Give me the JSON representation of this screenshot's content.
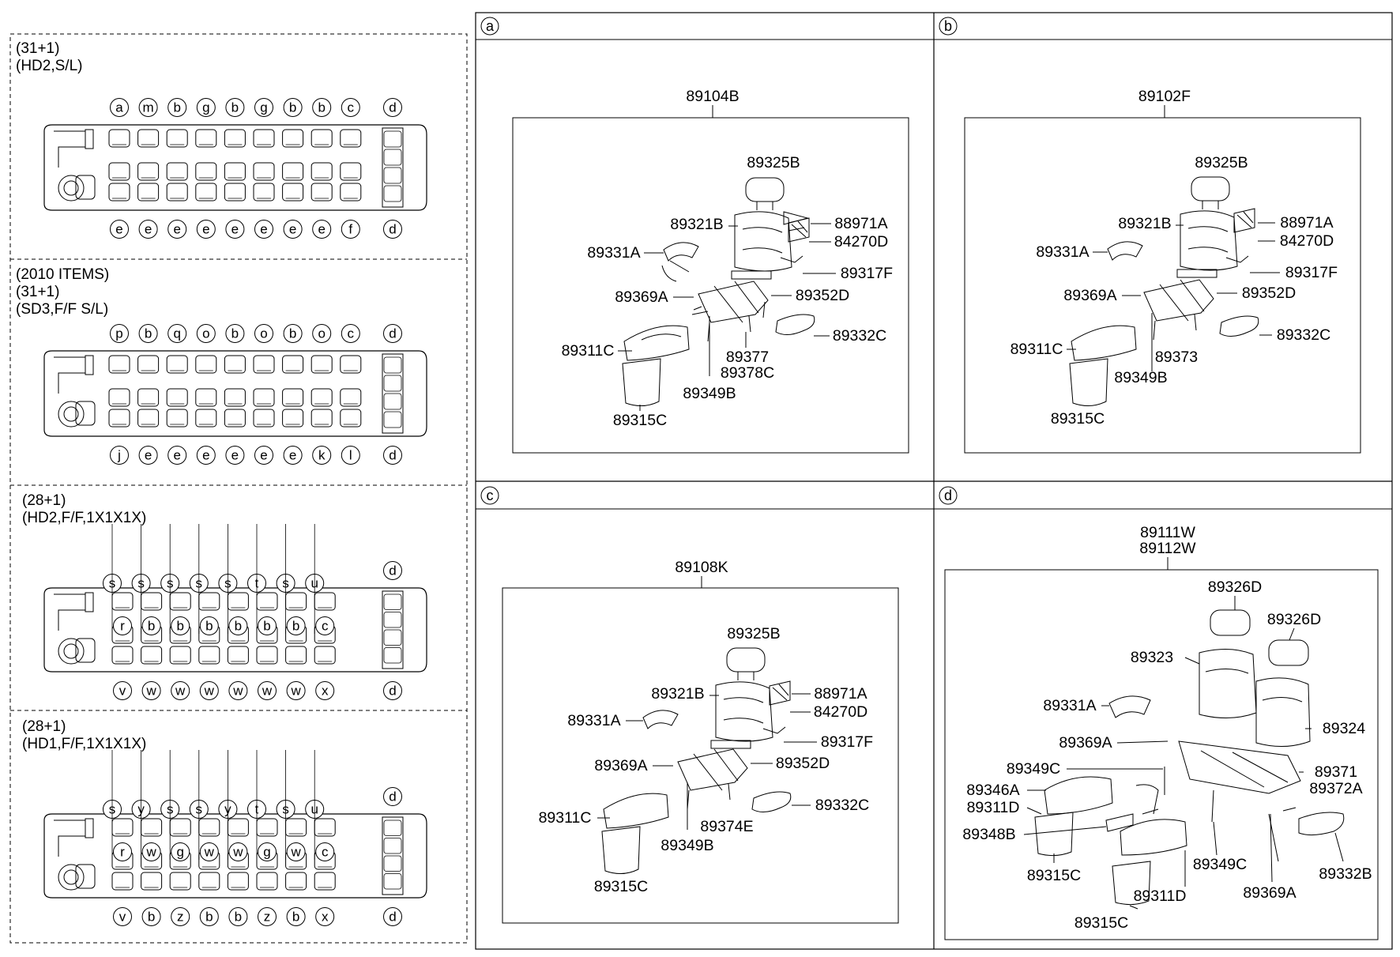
{
  "configs": [
    {
      "title_lines": [
        "(31+1)",
        "(HD2,S/L)"
      ],
      "top_letters": [
        "a",
        "m",
        "b",
        "g",
        "b",
        "g",
        "b",
        "b",
        "c"
      ],
      "bottom_letters": [
        "e",
        "e",
        "e",
        "e",
        "e",
        "e",
        "e",
        "e",
        "f"
      ],
      "rear_top": "d",
      "rear_bottom": "d"
    },
    {
      "title_lines": [
        "(2010 ITEMS)",
        "(31+1)",
        "(SD3,F/F S/L)"
      ],
      "top_letters": [
        "p",
        "b",
        "q",
        "o",
        "b",
        "o",
        "b",
        "o",
        "c"
      ],
      "bottom_letters": [
        "j",
        "e",
        "e",
        "e",
        "e",
        "e",
        "e",
        "k",
        "l"
      ],
      "rear_top": "d",
      "rear_bottom": "d"
    },
    {
      "title_lines": [
        "(28+1)",
        "(HD2,F/F,1X1X1X)"
      ],
      "upper_letters": [
        "s",
        "s",
        "s",
        "s",
        "s",
        "t",
        "s",
        "u"
      ],
      "top_letters": [
        "r",
        "b",
        "b",
        "b",
        "b",
        "b",
        "b",
        "c"
      ],
      "bottom_letters": [
        "v",
        "w",
        "w",
        "w",
        "w",
        "w",
        "w",
        "x"
      ],
      "rear_top": "d",
      "rear_bottom": "d"
    },
    {
      "title_lines": [
        "(28+1)",
        "(HD1,F/F,1X1X1X)"
      ],
      "upper_letters": [
        "s",
        "y",
        "s",
        "s",
        "y",
        "t",
        "s",
        "u"
      ],
      "top_letters": [
        "r",
        "w",
        "g",
        "w",
        "w",
        "g",
        "w",
        "c"
      ],
      "bottom_letters": [
        "v",
        "b",
        "z",
        "b",
        "b",
        "z",
        "b",
        "x"
      ],
      "rear_top": "d",
      "rear_bottom": "d"
    }
  ],
  "panels": [
    {
      "letter": "a",
      "assembly": [
        "89104B"
      ],
      "labels": [
        "89325B",
        "89321B",
        "88971A",
        "84270D",
        "89331A",
        "89317F",
        "89369A",
        "89352D",
        "89332C",
        "89311C",
        "89377",
        "89378C",
        "89349B",
        "89315C"
      ]
    },
    {
      "letter": "b",
      "assembly": [
        "89102F"
      ],
      "labels": [
        "89325B",
        "89321B",
        "88971A",
        "84270D",
        "89331A",
        "89317F",
        "89369A",
        "89352D",
        "89332C",
        "89311C",
        "89373",
        "89349B",
        "89315C"
      ]
    },
    {
      "letter": "c",
      "assembly": [
        "89108K"
      ],
      "labels": [
        "89325B",
        "89321B",
        "88971A",
        "84270D",
        "89331A",
        "89317F",
        "89369A",
        "89352D",
        "89311C",
        "89332C",
        "89374E",
        "89349B",
        "89315C"
      ]
    },
    {
      "letter": "d",
      "assembly": [
        "89111W",
        "89112W"
      ],
      "labels": [
        "89326D",
        "89326D",
        "89323",
        "89331A",
        "89324",
        "89369A",
        "89349C",
        "89371",
        "89346A",
        "89372A",
        "89311D",
        "89348B",
        "89349C",
        "89315C",
        "89311D",
        "89332B",
        "89369A",
        "89315C"
      ]
    }
  ]
}
